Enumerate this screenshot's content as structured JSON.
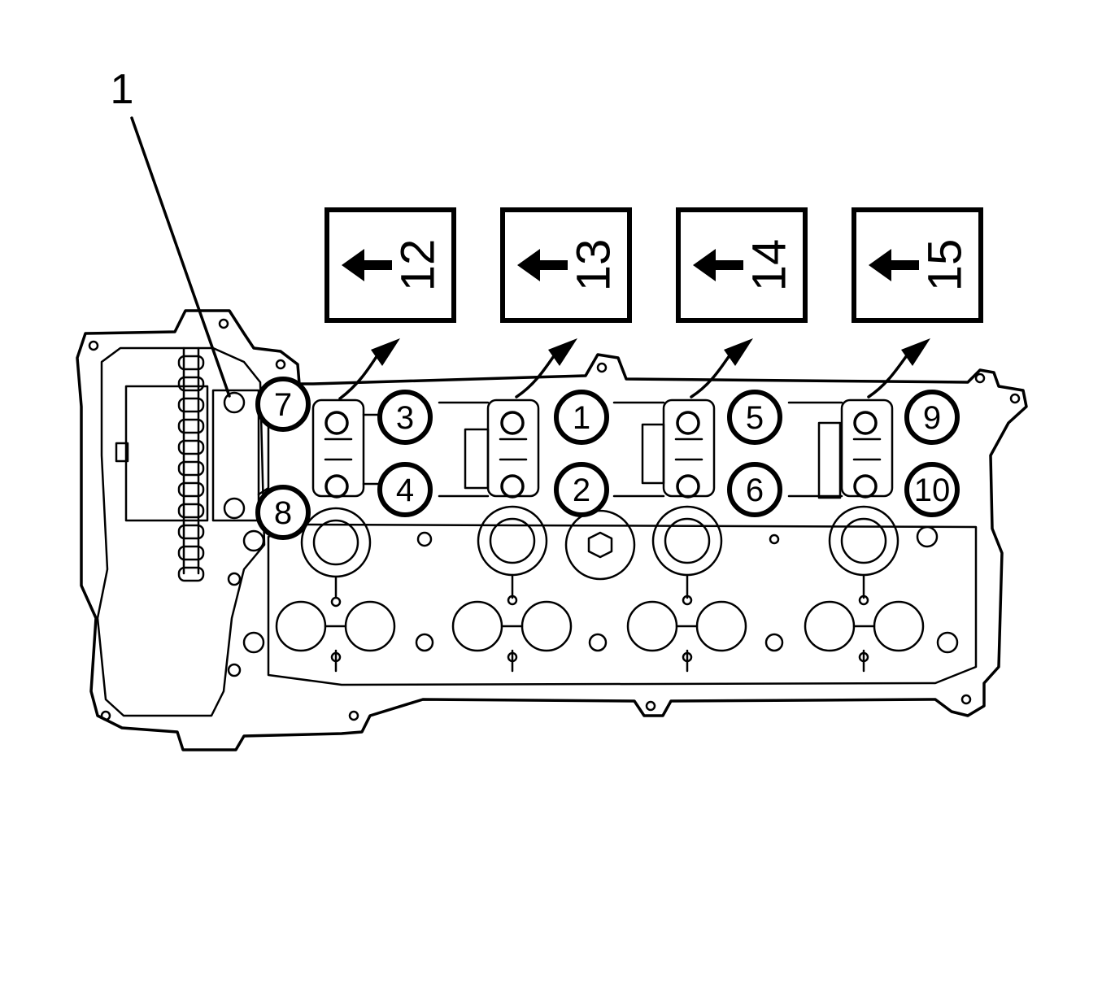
{
  "leader": {
    "label": "1"
  },
  "bolts": [
    "7",
    "3",
    "1",
    "5",
    "9",
    "8",
    "4",
    "2",
    "6",
    "10"
  ],
  "steps": [
    "12",
    "13",
    "14",
    "15"
  ]
}
